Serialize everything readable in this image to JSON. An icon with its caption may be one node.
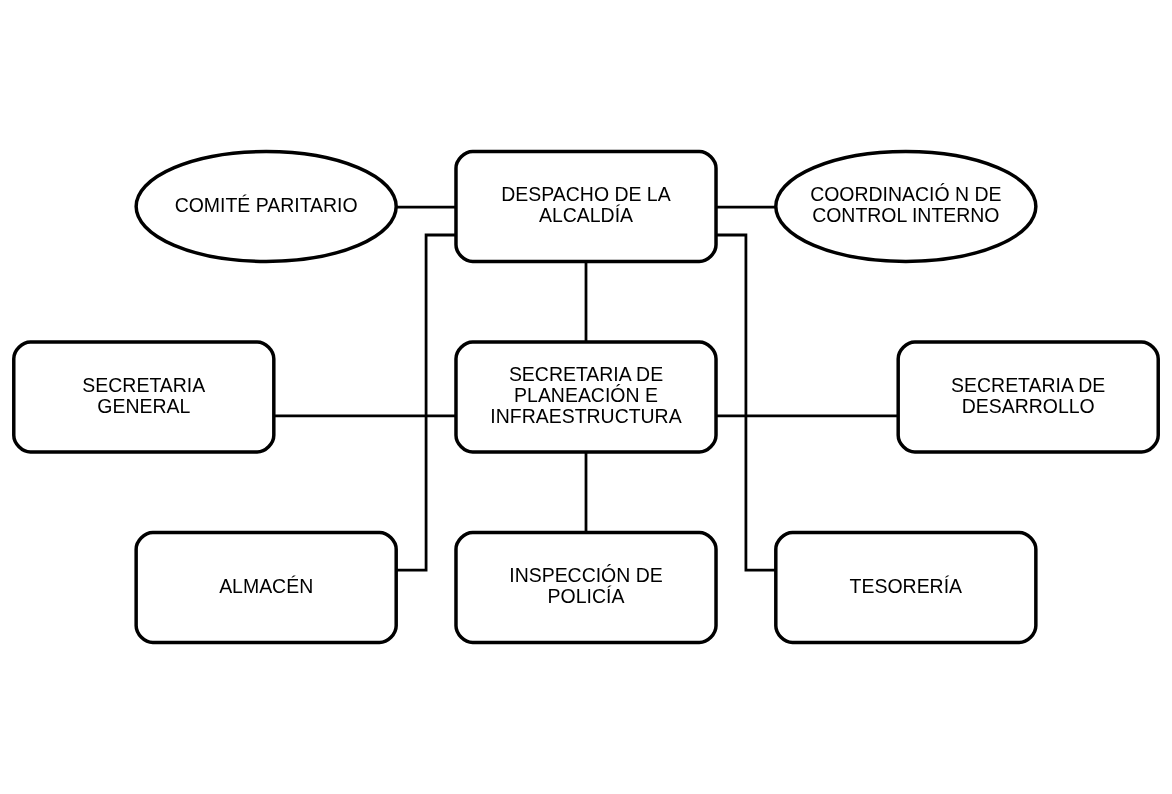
{
  "diagram": {
    "nodes": [
      {
        "text": [
          "COMITÉ PARITARIO"
        ]
      },
      {
        "text": [
          "DESPACHO DE LA ALCALDÍA"
        ]
      },
      {
        "text": [
          "COORDINACIÓ N DE CONTROL INTERNO"
        ]
      },
      {
        "text": [
          "SECRETARIA GENERAL"
        ]
      },
      {
        "text": [
          "SECRETARIA DE PLANEACIÓN E INFRAESTRUCTURA"
        ]
      },
      {
        "text": [
          "SECRETARIA DE DESARROLLO"
        ]
      },
      {
        "text": [
          "ALMACÉN"
        ]
      },
      {
        "text": [
          "INSPECCIÓN DE POLICÍA"
        ]
      },
      {
        "text": [
          "TESORERÍA"
        ]
      }
    ],
    "edges": [
      {
        "from": 1,
        "to": 0,
        "arrow": "none"
      },
      {
        "from": 1,
        "to": 2,
        "arrow": "none"
      },
      {
        "from": 1,
        "to": 4,
        "arrow": "none"
      },
      {
        "from": 1,
        "to": 6,
        "arrow": "none"
      },
      {
        "from": 1,
        "to": 8,
        "arrow": "none"
      },
      {
        "from": 4,
        "to": 3,
        "arrow": "none"
      },
      {
        "from": 4,
        "to": 5,
        "arrow": "none"
      },
      {
        "from": 4,
        "to": 7,
        "arrow": "none"
      }
    ]
  }
}
